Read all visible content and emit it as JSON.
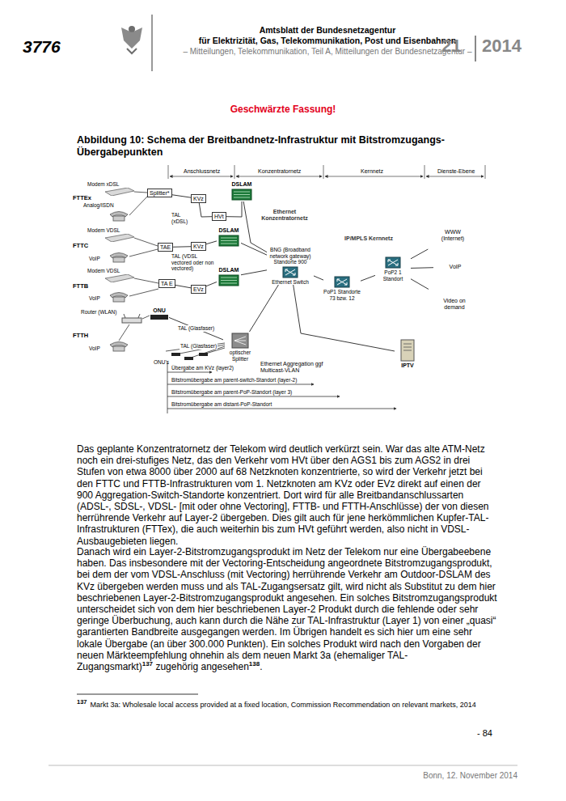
{
  "diagram": {
    "title": "Abbildung 10: Schema der Breitbandnetz-Infrastruktur mit Bitstromzugangs-Übergabepunkten",
    "nodes": [
      {
        "text": [
          "Splitter*"
        ]
      },
      {
        "text": [
          "KVz"
        ]
      },
      {
        "text": [
          "HVt"
        ]
      },
      {
        "text": [
          "DSLAM"
        ]
      },
      {
        "text": [
          "TAE"
        ]
      },
      {
        "text": [
          "KVz"
        ]
      },
      {
        "text": [
          "DSLAM"
        ]
      },
      {
        "text": [
          "TA E"
        ]
      },
      {
        "text": [
          "EVz"
        ]
      },
      {
        "text": [
          "DSLAM"
        ]
      },
      {
        "text": [
          "ONU"
        ]
      },
      {
        "text": [
          "optischer Splitter"
        ]
      },
      {
        "text": [
          "Ethernet Konzentratornetz"
        ]
      },
      {
        "text": [
          "BNG (Broadband network gateway) Standorte 900",
          "Ethernet Switch"
        ],
        "in": 12
      },
      {
        "text": [
          "IP/MPLS Kernnetz"
        ]
      },
      {
        "text": [
          "PoP1 Standorte 73 bzw. 12"
        ],
        "in": 14
      },
      {
        "text": [
          "PoP2 1 Standort"
        ],
        "in": 14
      },
      {
        "text": [
          "WWW (Internet)"
        ]
      },
      {
        "text": [
          "VoIP"
        ]
      },
      {
        "text": [
          "Video on demand"
        ]
      },
      {
        "text": [
          "IPTV"
        ]
      }
    ],
    "edges": [
      {
        "from": 0,
        "to": 1,
        "arrow": "none"
      },
      {
        "from": 1,
        "to": 2,
        "arrow": "none"
      },
      {
        "from": 2,
        "to": 3,
        "arrow": "none"
      },
      {
        "from": 4,
        "to": 5,
        "arrow": "none"
      },
      {
        "from": 5,
        "to": 6,
        "arrow": "none"
      },
      {
        "from": 7,
        "to": 8,
        "arrow": "none"
      },
      {
        "from": 8,
        "to": 9,
        "arrow": "none"
      },
      {
        "from": 10,
        "to": 11,
        "label": "TAL (Glasfaser)",
        "arrow": "none"
      },
      {
        "from": 3,
        "to": 13,
        "arrow": "none"
      },
      {
        "from": 6,
        "to": 13,
        "arrow": "none"
      },
      {
        "from": 9,
        "to": 13,
        "arrow": "none"
      },
      {
        "from": 11,
        "to": 13,
        "arrow": "none"
      },
      {
        "from": 13,
        "to": 15,
        "arrow": "none"
      },
      {
        "from": 15,
        "to": 16,
        "arrow": "none"
      },
      {
        "from": 16,
        "to": 17,
        "arrow": "none"
      },
      {
        "from": 16,
        "to": 18,
        "arrow": "none"
      },
      {
        "from": 16,
        "to": 19,
        "arrow": "none"
      },
      {
        "from": 13,
        "to": 20,
        "arrow": "none"
      }
    ],
    "labels": [
      "3776",
      "Amtsblatt der Bundesnetzagentur",
      "für Elektrizität, Gas, Telekommunikation, Post und Eisenbahnen",
      "– Mitteilungen, Telekommunikation, Teil A, Mitteilungen der Bundesnetzagentur –",
      "21",
      "2014",
      "Geschwärzte Fassung!",
      "Anschlussnetz",
      "Konzentratornetz",
      "Kernnetz",
      "Dienste-Ebene",
      "Modem xDSL",
      "FTTEx",
      "Analog/ISDN",
      "TAL (xDSL)",
      "Modem VDSL",
      "FTTC",
      "VoIP",
      "TAL (VDSL vectored oder non vectored)",
      "Modem VDSL",
      "FTTB",
      "VoIP",
      "Router (WLAN)",
      "FTTH",
      "VoIP",
      "TAL (Glasfaser)",
      "ONU's",
      "Ethernet Aggregation ggf Multicast-VLAN",
      "Übergabe am KVz (layer2)",
      "Bitstromübergabe am parent-switch-Standort (layer-2)",
      "Bitstromübergabe am parent-PoP-Standort (layer 3)",
      "Bitstromübergabe am distant-PoP-Standort",
      "Das geplante Konzentratornetz der Telekom wird deutlich verkürzt sein. War das alte ATM-Netz noch ein drei-stufiges Netz, das den Verkehr vom HVt über den AGS1 bis zum AGS2 in drei Stufen von etwa 8000 über 2000 auf 68 Netzknoten konzentrierte, so wird der Verkehr jetzt bei den FTTC und FTTB-Infrastrukturen vom 1. Netzknoten am KVz oder EVz direkt auf einen der 900 Aggregation-Switch-Standorte konzentriert. Dort wird für alle Breitbandanschlussarten (ADSL-, SDSL-, VDSL- [mit oder ohne Vectoring], FTTB- und FTTH-Anschlüsse) der von diesen herrührende Verkehr auf Layer-2 übergeben. Dies gilt auch für jene herkömmlichen Kupfer-TAL-Infrastrukturen (FTTex), die auch weiterhin bis zum HVt geführt werden, also nicht in VDSL-Ausbaugebieten liegen.",
      "Danach wird ein Layer-2-Bitstromzugangsprodukt im Netz der Telekom nur eine Übergabeebene haben. Das insbesondere mit der Vectoring-Entscheidung angeordnete Bitstromzugangsprodukt, bei dem der vom VDSL-Anschluss (mit Vectoring) herrührende Verkehr am Outdoor-DSLAM des KVz übergeben werden muss und als TAL-Zugangsersatz gilt, wird nicht als Substitut zu dem hier beschriebenen Layer-2-Bitstromzugangsprodukt angesehen. Ein solches Bitstromzugangsprodukt unterscheidet sich von dem hier beschriebenen Layer-2 Produkt durch die fehlende oder sehr geringe Überbuchung, auch kann durch die Nähe zur TAL-Infrastruktur (Layer 1) von einer „quasi“ garantierten Bandbreite ausgegangen werden. Im Übrigen handelt es sich hier um eine sehr lokale Übergabe (an über 300.000 Punkten). Ein solches Produkt wird nach den Vorgaben der neuen Märkteempfehlung ohnehin als dem neuen Markt 3a (ehemaliger TAL-Zugangsmarkt)",
      "137",
      "zugehörig angesehen",
      "138",
      ".",
      "137",
      "Markt 3a: Wholesale local access provided at a fixed location, Commission Recommendation on relevant markets, 2014",
      "- 84",
      "Bonn, 12. November 2014"
    ]
  }
}
